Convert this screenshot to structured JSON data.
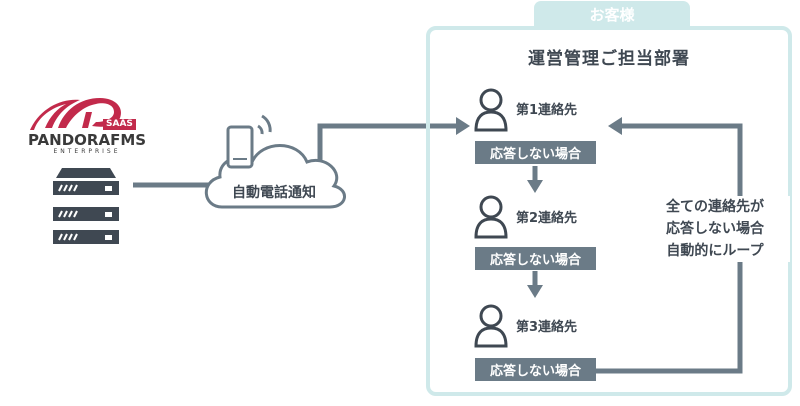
{
  "customer_tab": "お客様",
  "department_title": "運営管理ご担当部署",
  "contacts": [
    {
      "label": "第1連絡先",
      "status": "応答しない場合"
    },
    {
      "label": "第2連絡先",
      "status": "応答しない場合"
    },
    {
      "label": "第3連絡先",
      "status": "応答しない場合"
    }
  ],
  "loop_note": [
    "全ての連絡先が",
    "応答しない場合",
    "自動的にループ"
  ],
  "cloud_label": "自動電話通知",
  "brand": {
    "name": "PANDORAFMS",
    "badge": "SAAS",
    "sub": "ENTERPRISE"
  },
  "colors": {
    "accent": "#cfe9ea",
    "arrow": "#6b7b87",
    "brand_red": "#c22a4b",
    "text": "#3f4852"
  },
  "icons": [
    "pandora-fms-logo",
    "server-icon",
    "phone-icon",
    "cloud-icon",
    "person-icon"
  ]
}
